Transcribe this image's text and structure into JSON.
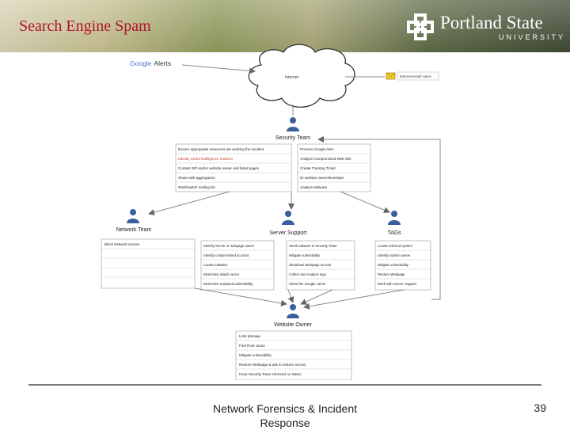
{
  "header": {
    "title": "Search Engine Spam",
    "logo_name": "Portland State",
    "logo_sub": "UNIVERSITY"
  },
  "diagram": {
    "alerts": {
      "google": "Google",
      "alerts": "Alerts"
    },
    "cloud_label": "Internet",
    "email_label": "External email notice",
    "security_team": {
      "title": "Security Team",
      "left": [
        "Ensure appropriate resources are working the incident",
        "Identify useful intelligence markers",
        "Contact ISP and/or website owner and listed pages",
        "Share with aggregators",
        "Watchwatch mailing list"
      ],
      "right": [
        "Process Google Alert",
        "Analyze Compromised Web Site",
        "Create Tracking Ticket",
        "ID website owner/developer",
        "Analyze Malware"
      ]
    },
    "network_team": {
      "title": "Network Team",
      "items": [
        "Block Network access",
        "",
        "",
        "",
        ""
      ]
    },
    "server_support": {
      "title": "Server Support",
      "left": [
        "Identify Server or webpage owner",
        "Identify compromised account",
        "Locate malware",
        "Determine attack vector",
        "Determine exploited vulnerability"
      ],
      "right": [
        "Send malware to Security Team",
        "Mitigate vulnerability",
        "Shutdown Webpage access",
        "Collect and Analyze logs",
        "Clean the Google cache"
      ]
    },
    "tags": {
      "title": "TAGs",
      "items": [
        "Locate infected system",
        "Identify system owner",
        "Mitigate vulnerability",
        "Restore Webpage",
        "Work with Server Support"
      ]
    },
    "website_owner": {
      "title": "Website Owner",
      "items": [
        "Limit damage",
        "Find Root cause",
        "Mitigate vulnerability",
        "Restore Webpage & ask to restore access",
        "Keep Security Team informed on status"
      ]
    }
  },
  "footer": {
    "text": "Network Forensics & Incident Response",
    "page": "39"
  }
}
